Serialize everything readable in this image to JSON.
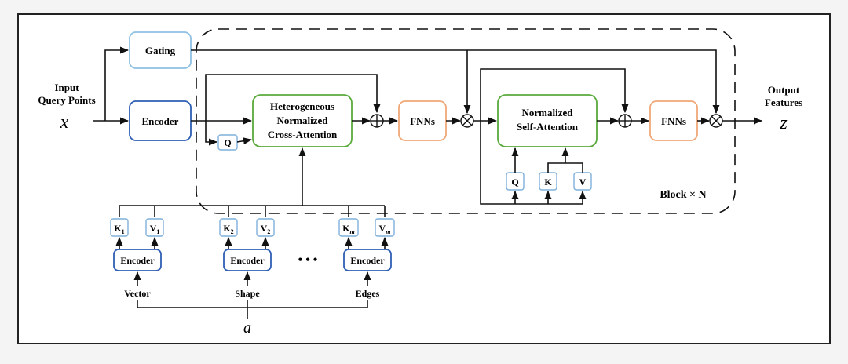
{
  "input": {
    "line1": "Input",
    "line2": "Query Points",
    "var": "x"
  },
  "output": {
    "line1": "Output",
    "line2": "Features",
    "var": "z"
  },
  "gating_label": "Gating",
  "encoder_label": "Encoder",
  "cross_attention": {
    "line1": "Heterogeneous",
    "line2": "Normalized",
    "line3": "Cross-Attention"
  },
  "self_attention": {
    "line1": "Normalized",
    "line2": "Self-Attention"
  },
  "fnn_label": "FNNs",
  "q_label": "Q",
  "k_label": "K",
  "v_label": "V",
  "block_label": "Block × N",
  "ellipsis": "•  •  •",
  "param_var": "a",
  "kv_pairs": [
    {
      "k": "K",
      "k_sub": "1",
      "v": "V",
      "v_sub": "1",
      "encoder": "Encoder",
      "input": "Vector"
    },
    {
      "k": "K",
      "k_sub": "2",
      "v": "V",
      "v_sub": "2",
      "encoder": "Encoder",
      "input": "Shape"
    },
    {
      "k": "K",
      "k_sub": "m",
      "v": "V",
      "v_sub": "m",
      "encoder": "Encoder",
      "input": "Edges"
    }
  ],
  "colors": {
    "gating_border": "#8fc1e3",
    "encoder_border": "#2f5fb3",
    "attention_border": "#5aaa3c",
    "fnn_border": "#f0a878",
    "small_box_border": "#7fb0dc",
    "line": "#111111"
  }
}
